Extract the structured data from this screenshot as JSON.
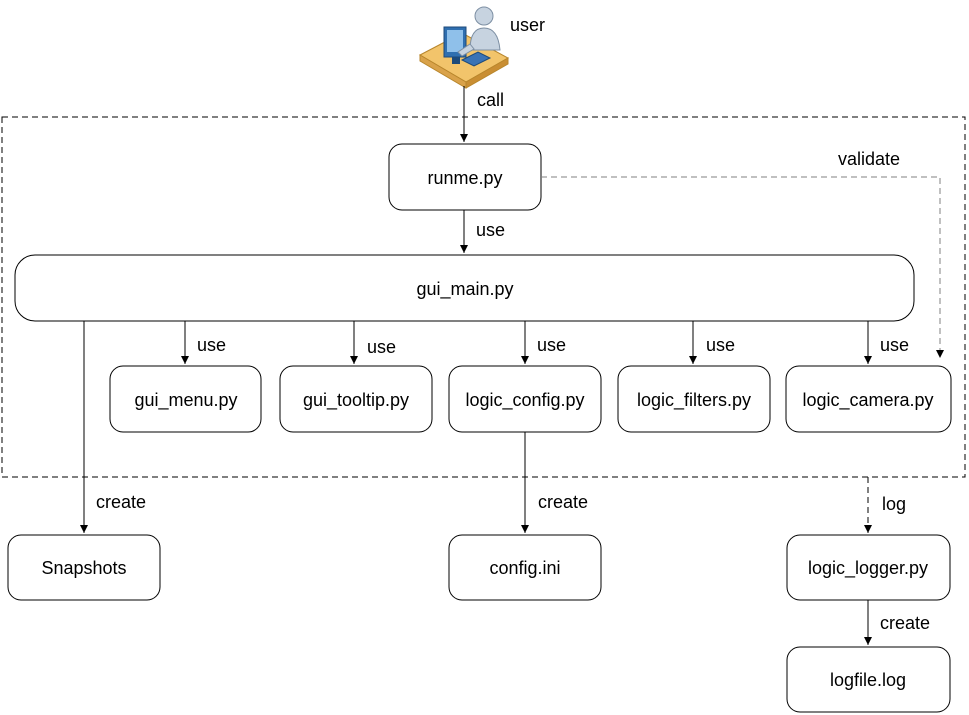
{
  "actor": {
    "label": "user",
    "icon": "user-at-computer-icon"
  },
  "nodes": {
    "runme": "runme.py",
    "gui_main": "gui_main.py",
    "gui_menu": "gui_menu.py",
    "gui_tooltip": "gui_tooltip.py",
    "logic_config": "logic_config.py",
    "logic_filters": "logic_filters.py",
    "logic_camera": "logic_camera.py",
    "snapshots": "Snapshots",
    "config_ini": "config.ini",
    "logic_logger": "logic_logger.py",
    "logfile": "logfile.log"
  },
  "edges": {
    "call": "call",
    "validate": "validate",
    "use_runme_main": "use",
    "use_menu": "use",
    "use_tooltip": "use",
    "use_config": "use",
    "use_filters": "use",
    "use_camera": "use",
    "create_snapshots": "create",
    "create_config": "create",
    "log": "log",
    "create_logfile": "create"
  },
  "colors": {
    "line": "#000000",
    "dashed_validate": "#808080",
    "box_fill": "#ffffff"
  }
}
